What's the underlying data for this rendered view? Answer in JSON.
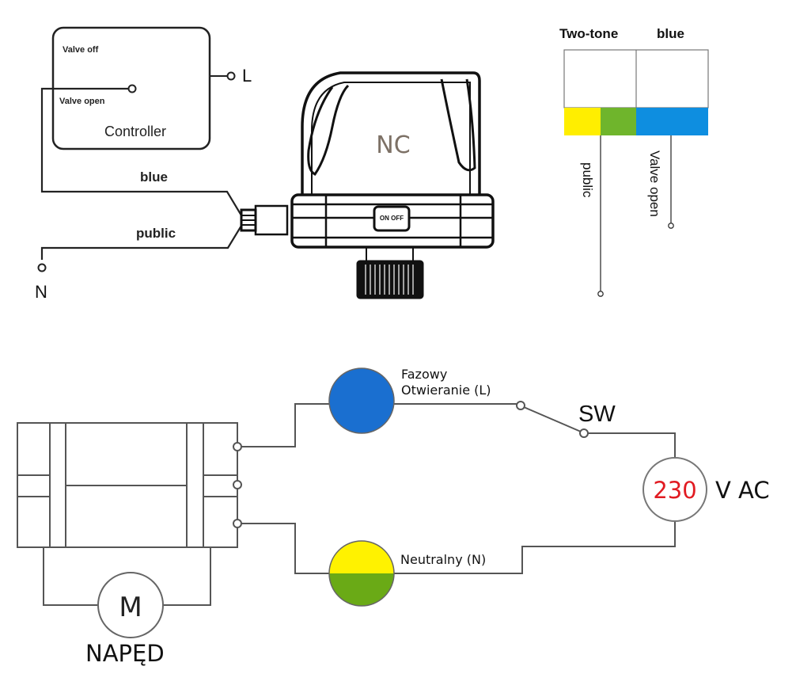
{
  "top_left": {
    "controller": {
      "title": "Controller",
      "valve_off_label": "Valve off",
      "valve_open_label": "Valve open"
    },
    "terminal_L": "L",
    "terminal_N": "N",
    "wire_blue_label": "blue",
    "wire_public_label": "public"
  },
  "actuator": {
    "label": "NC",
    "label_color": "#7d7166",
    "switch_label": "ON OFF"
  },
  "color_legend": {
    "header_left": "Two-tone",
    "header_right": "blue",
    "public_label": "public",
    "valve_open_label": "Valve open",
    "colors": {
      "yellow": "#ffee00",
      "green": "#6fb52c",
      "blue": "#0e8ee0"
    }
  },
  "circuit": {
    "phase_label_line1": "Fazowy",
    "phase_label_line2": "Otwieranie (L)",
    "phase_color": "#1a6fd0",
    "neutral_label": "Neutralny (N)",
    "neutral_colors": {
      "top": "#fff200",
      "bottom": "#6aaa16"
    },
    "switch_label": "SW",
    "source_value": "230",
    "source_value_color": "#e11b22",
    "source_unit": "V AC",
    "motor_symbol": "M",
    "motor_label": "NAPĘD"
  }
}
